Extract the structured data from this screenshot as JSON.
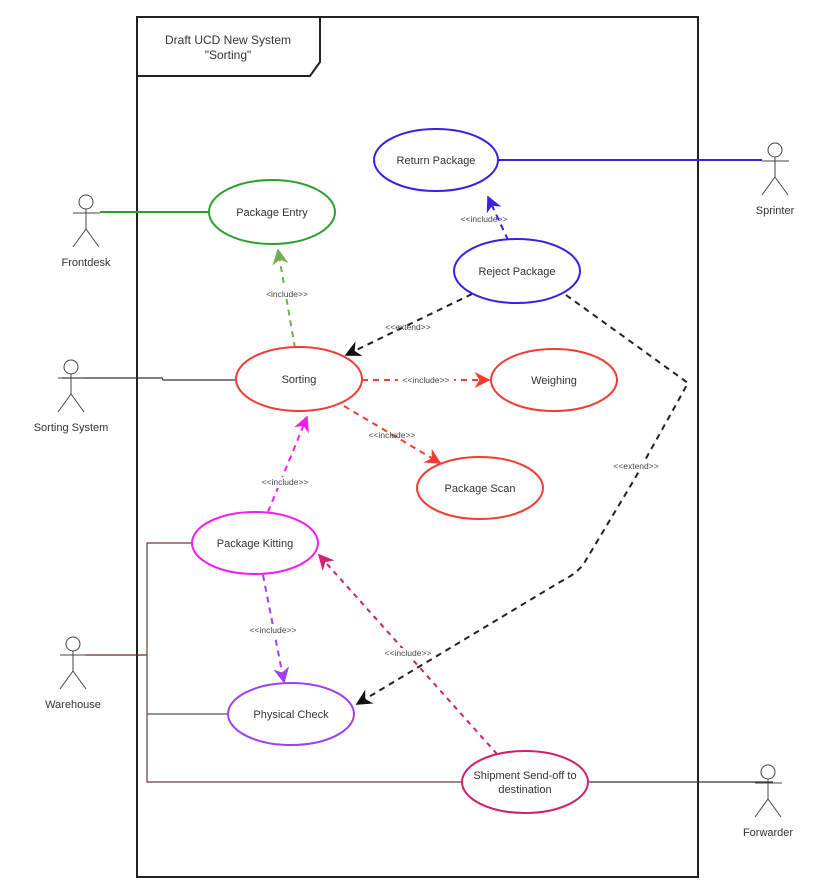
{
  "system": {
    "title_line1": "Draft UCD New System",
    "title_line2": "\"Sorting\""
  },
  "colors": {
    "green": "#2ca02c",
    "blue": "#3c1ee6",
    "red": "#f03c32",
    "magenta": "#f01ef0",
    "violet": "#a040f0",
    "crimson": "#d0206e",
    "black": "#222222",
    "extend_dash": "#222222",
    "include_green": "#6fb04a"
  },
  "actors": [
    {
      "id": "frontdesk",
      "label": "Frontdesk"
    },
    {
      "id": "sorting_system",
      "label": "Sorting System"
    },
    {
      "id": "warehouse",
      "label": "Warehouse"
    },
    {
      "id": "sprinter",
      "label": "Sprinter"
    },
    {
      "id": "forwarder",
      "label": "Forwarder"
    }
  ],
  "use_cases": [
    {
      "id": "return_package",
      "label": "Return Package",
      "color": "blue"
    },
    {
      "id": "package_entry",
      "label": "Package Entry",
      "color": "green"
    },
    {
      "id": "reject_package",
      "label": "Reject Package",
      "color": "blue"
    },
    {
      "id": "sorting",
      "label": "Sorting",
      "color": "red"
    },
    {
      "id": "weighing",
      "label": "Weighing",
      "color": "red"
    },
    {
      "id": "package_scan",
      "label": "Package Scan",
      "color": "red"
    },
    {
      "id": "package_kitting",
      "label": "Package Kitting",
      "color": "magenta"
    },
    {
      "id": "physical_check",
      "label": "Physical Check",
      "color": "violet"
    },
    {
      "id": "shipment_sendoff",
      "label_line1": "Shipment Send-off to",
      "label_line2": "destination",
      "color": "crimson"
    }
  ],
  "relationships": [
    {
      "from": "reject_package",
      "to": "return_package",
      "type": "include",
      "label": "<<include>>",
      "color": "blue"
    },
    {
      "from": "sorting",
      "to": "package_entry",
      "type": "include",
      "label": "<include>>",
      "color": "include_green"
    },
    {
      "from": "reject_package",
      "to": "sorting",
      "type": "extend",
      "label": "<<extend>>",
      "color": "black"
    },
    {
      "from": "sorting",
      "to": "weighing",
      "type": "include",
      "label": "<<include>>",
      "color": "red"
    },
    {
      "from": "sorting",
      "to": "package_scan",
      "type": "include",
      "label": "<<include>>",
      "color": "red"
    },
    {
      "from": "package_kitting",
      "to": "sorting",
      "type": "include",
      "label": "<<include>>",
      "color": "magenta"
    },
    {
      "from": "package_kitting",
      "to": "physical_check",
      "type": "include",
      "label": "<<include>>",
      "color": "violet"
    },
    {
      "from": "shipment_sendoff",
      "to": "package_kitting",
      "type": "include",
      "label": "<<include>>",
      "color": "crimson"
    },
    {
      "from": "reject_package",
      "to": "physical_check",
      "type": "extend",
      "label": "<<extend>>",
      "color": "black"
    }
  ],
  "associations": [
    {
      "actor": "frontdesk",
      "use_case": "package_entry"
    },
    {
      "actor": "sorting_system",
      "use_case": "sorting"
    },
    {
      "actor": "sprinter",
      "use_case": "return_package"
    },
    {
      "actor": "warehouse",
      "use_case": "package_kitting"
    },
    {
      "actor": "warehouse",
      "use_case": "physical_check"
    },
    {
      "actor": "warehouse",
      "use_case": "shipment_sendoff"
    },
    {
      "actor": "forwarder",
      "use_case": "shipment_sendoff"
    }
  ]
}
